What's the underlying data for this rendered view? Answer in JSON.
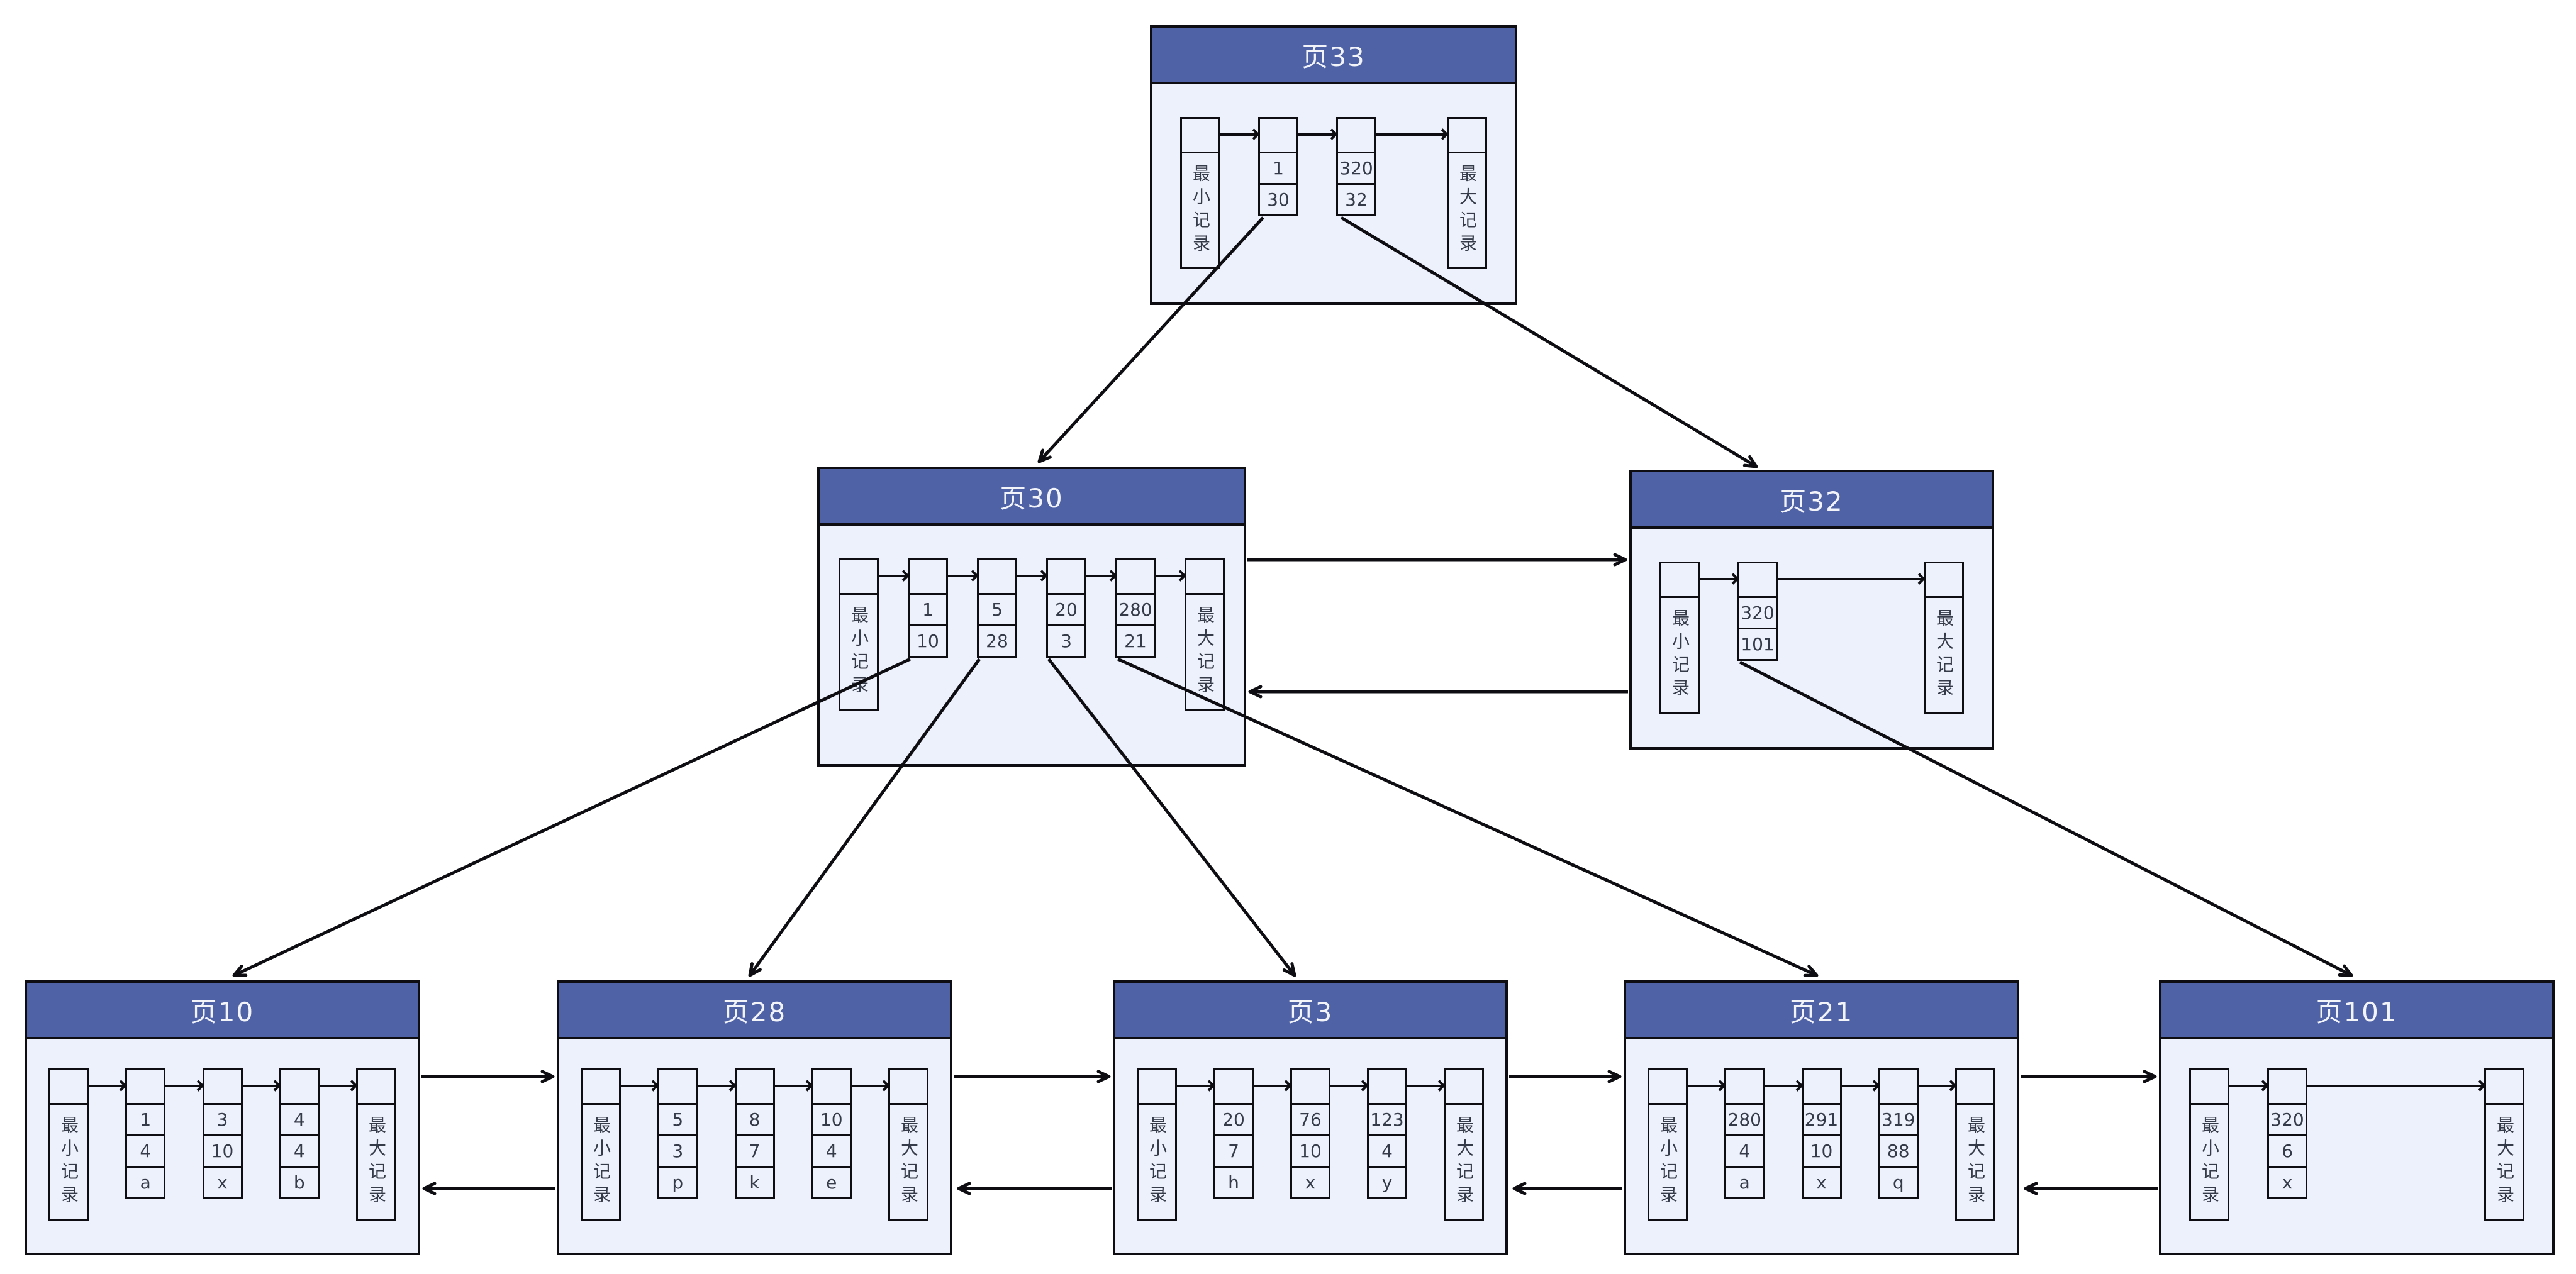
{
  "labels": {
    "min_record": "最小记录",
    "max_record": "最大记录"
  },
  "colors": {
    "header_bg": "#4f62a6",
    "header_text": "#f2f4fa",
    "body_bg": "#edf1fc",
    "border": "#0d0d12",
    "cell_text": "#363b49"
  },
  "nodes": {
    "page33": {
      "title": "页33",
      "gap_mode": "tail",
      "records": [
        [
          "1",
          "30"
        ],
        [
          "320",
          "32"
        ]
      ]
    },
    "page30": {
      "title": "页30",
      "gap_mode": "even",
      "records": [
        [
          "1",
          "10"
        ],
        [
          "5",
          "28"
        ],
        [
          "20",
          "3"
        ],
        [
          "280",
          "21"
        ]
      ]
    },
    "page32": {
      "title": "页32",
      "gap_mode": "tail",
      "records": [
        [
          "320",
          "101"
        ]
      ]
    },
    "page10": {
      "title": "页10",
      "gap_mode": "even",
      "records": [
        [
          "1",
          "4",
          "a"
        ],
        [
          "3",
          "10",
          "x"
        ],
        [
          "4",
          "4",
          "b"
        ]
      ]
    },
    "page28": {
      "title": "页28",
      "gap_mode": "even",
      "records": [
        [
          "5",
          "3",
          "p"
        ],
        [
          "8",
          "7",
          "k"
        ],
        [
          "10",
          "4",
          "e"
        ]
      ]
    },
    "page3": {
      "title": "页3",
      "gap_mode": "even",
      "records": [
        [
          "20",
          "7",
          "h"
        ],
        [
          "76",
          "10",
          "x"
        ],
        [
          "123",
          "4",
          "y"
        ]
      ]
    },
    "page21": {
      "title": "页21",
      "gap_mode": "even",
      "records": [
        [
          "280",
          "4",
          "a"
        ],
        [
          "291",
          "10",
          "x"
        ],
        [
          "319",
          "88",
          "q"
        ]
      ]
    },
    "page101": {
      "title": "页101",
      "gap_mode": "tail",
      "records": [
        [
          "320",
          "6",
          "x"
        ]
      ]
    }
  },
  "edges": [
    {
      "from": "页33",
      "to": "页30",
      "type": "child"
    },
    {
      "from": "页33",
      "to": "页32",
      "type": "child"
    },
    {
      "from": "页30",
      "to": "页10",
      "type": "child"
    },
    {
      "from": "页30",
      "to": "页28",
      "type": "child"
    },
    {
      "from": "页30",
      "to": "页3",
      "type": "child"
    },
    {
      "from": "页30",
      "to": "页21",
      "type": "child"
    },
    {
      "from": "页32",
      "to": "页101",
      "type": "child"
    },
    {
      "from": "页30",
      "to": "页32",
      "type": "next-page"
    },
    {
      "from": "页32",
      "to": "页30",
      "type": "prev-page"
    },
    {
      "from": "页10",
      "to": "页28",
      "type": "next-page"
    },
    {
      "from": "页28",
      "to": "页10",
      "type": "prev-page"
    },
    {
      "from": "页28",
      "to": "页3",
      "type": "next-page"
    },
    {
      "from": "页3",
      "to": "页28",
      "type": "prev-page"
    },
    {
      "from": "页3",
      "to": "页21",
      "type": "next-page"
    },
    {
      "from": "页21",
      "to": "页3",
      "type": "prev-page"
    },
    {
      "from": "页21",
      "to": "页101",
      "type": "next-page"
    },
    {
      "from": "页101",
      "to": "页21",
      "type": "prev-page"
    }
  ]
}
